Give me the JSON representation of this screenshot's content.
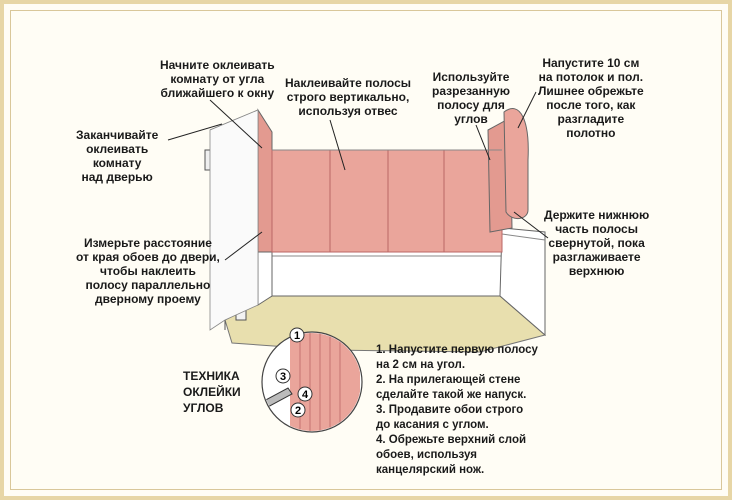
{
  "labels": {
    "start_corner": "Начните оклеивать\nкомнату от угла\nближайшего к окну",
    "vertical": "Наклеивайте полосы\nстрого вертикально,\nиспользуя отвес",
    "cut_strip": "Используйте\nразрезанную\nполосу для\nуглов",
    "overlap": "Напустите 10 см\nна потолок и пол.\nЛишнее обрежьте\nпосле того, как\nразгладите\nполотно",
    "finish_door": "Заканчивайте\nоклеивать\nкомнату\nнад дверью",
    "measure": "Измерьте расстояние\nот края обоев до двери,\nчтобы наклеить\nполосу параллельно\nдверному проему",
    "hold_bottom": "Держите нижнюю\nчасть полосы\nсвернутой, пока\nразглаживаете\nверхнюю"
  },
  "corner_title": "ТЕХНИКА\nОКЛЕЙКИ\nУГЛОВ",
  "steps": [
    "1. Напустите первую полосу",
    "на 2 см на угол.",
    "2. На прилегающей стене",
    "сделайте такой же напуск.",
    "3. Продавите обои строго",
    "до касания с углом.",
    "4. Обрежьте верхний слой",
    "обоев, используя",
    "канцелярский нож."
  ],
  "callout_numbers": [
    "1",
    "2",
    "3",
    "4"
  ],
  "colors": {
    "wallpaper": "#eaa59b",
    "wallpaper_dark": "#d98a80",
    "floor": "#e8dfae",
    "baseboard": "#ffffff",
    "frame": "#e7d6a6"
  }
}
